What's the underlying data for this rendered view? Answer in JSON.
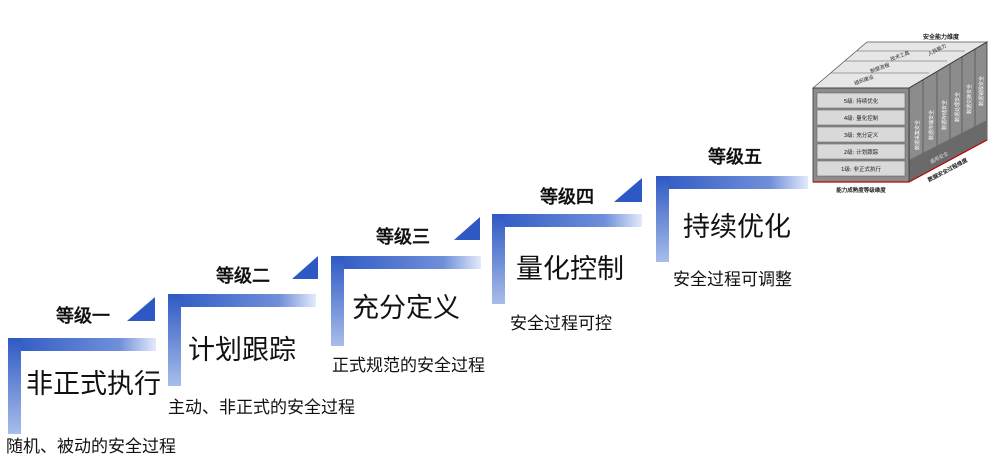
{
  "stairs": [
    {
      "level": "等级一",
      "title": "非正式执行",
      "desc": "随机、被动的安全过程"
    },
    {
      "level": "等级二",
      "title": "计划跟踪",
      "desc": "主动、非正式的安全过程"
    },
    {
      "level": "等级三",
      "title": "充分定义",
      "desc": "正式规范的安全过程"
    },
    {
      "level": "等级四",
      "title": "量化控制",
      "desc": "安全过程可控"
    },
    {
      "level": "等级五",
      "title": "持续优化",
      "desc": "安全过程可调整"
    }
  ],
  "cube": {
    "top_label": "安全能力维度",
    "top_items": [
      "组织建设",
      "制度流程",
      "技术工具",
      "人员能力"
    ],
    "front_rows": [
      "5级: 持续优化",
      "4级: 量化控制",
      "3级: 充分定义",
      "2级: 计划跟踪",
      "1级: 非正式执行"
    ],
    "front_label": "能力成熟度等级维度",
    "side_items": [
      "数据采集安全",
      "数据传输安全",
      "数据存储安全",
      "数据处理安全",
      "数据交换安全",
      "数据销毁安全"
    ],
    "side_bottom": "通用安全",
    "side_label": "数据安全过程维度"
  },
  "colors": {
    "step": "#2e59c4",
    "step_light": "#b8c8ec",
    "cube_dark": "#555555",
    "cube_face": "#8c8c8c",
    "cube_edge": "#c00000"
  }
}
